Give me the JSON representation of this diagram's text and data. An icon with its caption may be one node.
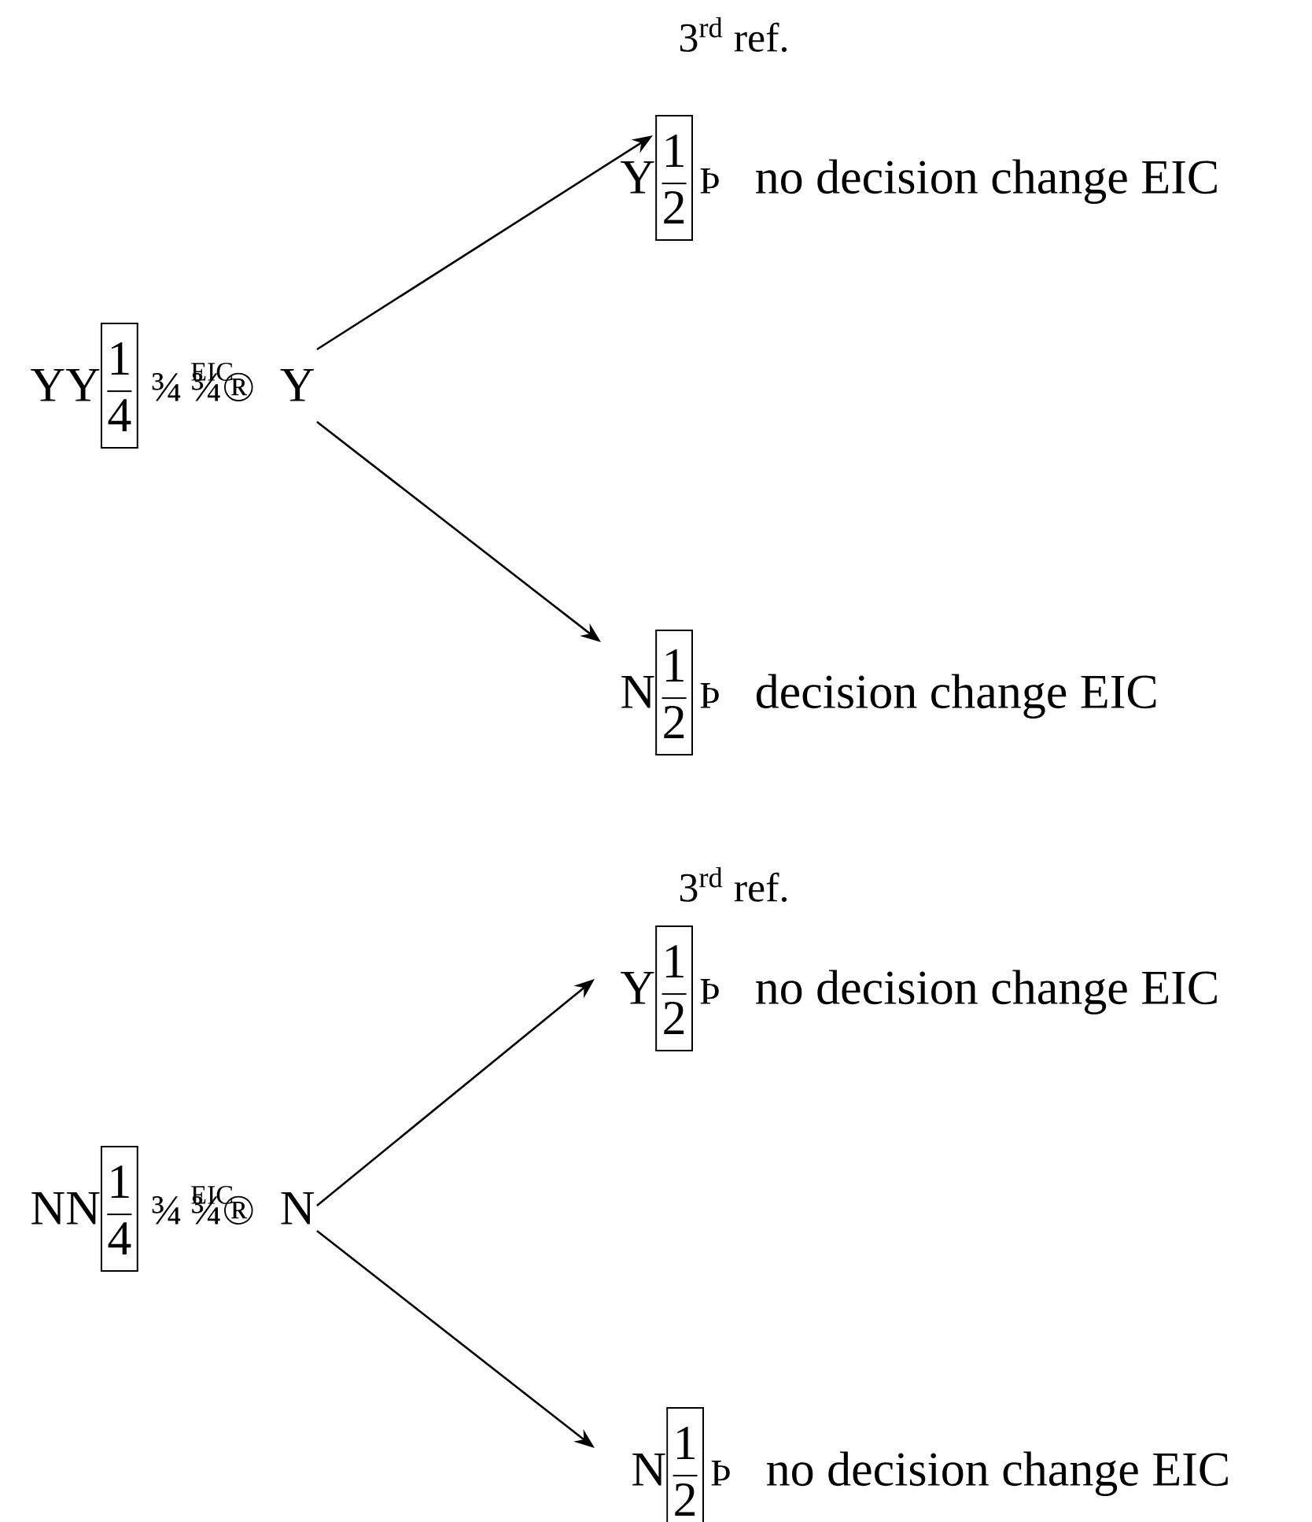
{
  "diagram": {
    "nodes": [
      {
        "text": [
          "YY",
          "1",
          "4",
          "¾",
          "EIC",
          "¾®",
          "Y"
        ]
      },
      {
        "text": [
          "Y",
          "1",
          "2",
          "Þ",
          "no decision change EIC"
        ]
      },
      {
        "text": [
          "N",
          "1",
          "2",
          "Þ",
          "decision change EIC"
        ]
      },
      {
        "text": [
          "NN",
          "1",
          "4",
          "¾",
          "EIC",
          "¾®",
          "N"
        ]
      },
      {
        "text": [
          "Y",
          "1",
          "2",
          "Þ",
          "no decision change EIC"
        ]
      },
      {
        "text": [
          "N",
          "1",
          "2",
          "Þ",
          "no decision change EIC"
        ]
      }
    ],
    "edges": [
      {
        "from": 0,
        "to": 1,
        "arrow": "to"
      },
      {
        "from": 0,
        "to": 2,
        "arrow": "to"
      },
      {
        "from": 3,
        "to": 4,
        "arrow": "to"
      },
      {
        "from": 3,
        "to": 5,
        "arrow": "to"
      }
    ],
    "labels": [
      "3$^{rd}$ ref.",
      "3$^{rd}$ ref."
    ]
  }
}
